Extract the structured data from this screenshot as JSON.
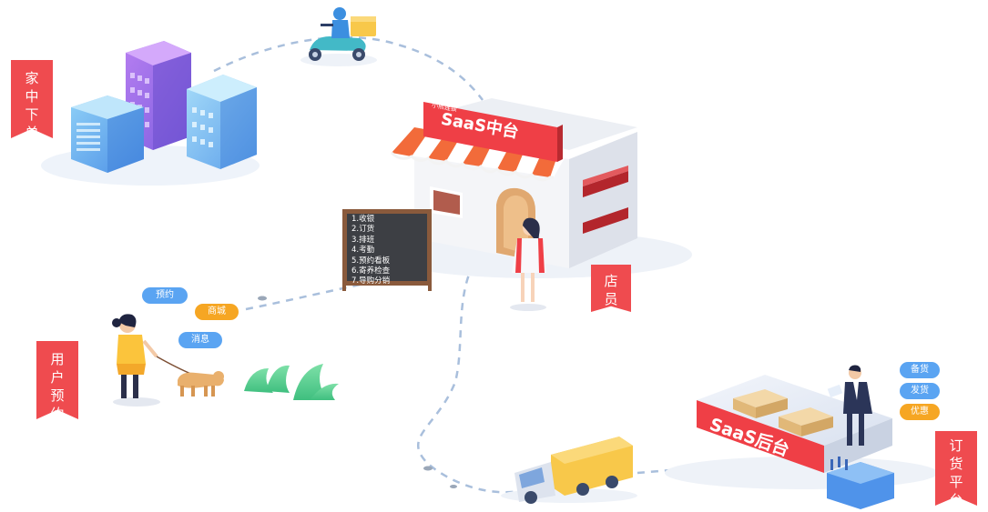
{
  "labels": {
    "home_order": [
      "家",
      "中",
      "下",
      "单"
    ],
    "user_booking": [
      "用",
      "户",
      "预",
      "约"
    ],
    "staff": [
      "店",
      "员"
    ],
    "order_platform": [
      "订",
      "货",
      "平",
      "台"
    ]
  },
  "user_bubbles": [
    "预约",
    "商城",
    "消息"
  ],
  "backend_bubbles": [
    "备货",
    "发货",
    "优惠"
  ],
  "store": {
    "small_tag": "小熊连锁",
    "sign": "SaaS中台"
  },
  "board_items": [
    "1.收银",
    "2.订货",
    "3.排班",
    "4.考勤",
    "5.预约看板",
    "6.寄养检查",
    "7.导购分销"
  ],
  "backend_sign": "SaaS后台",
  "colors": {
    "ribbon": "#ef4b4f",
    "bubble_blue": "#5aa4f2",
    "bubble_orange": "#f6a623",
    "path": "#a9bfdc"
  }
}
